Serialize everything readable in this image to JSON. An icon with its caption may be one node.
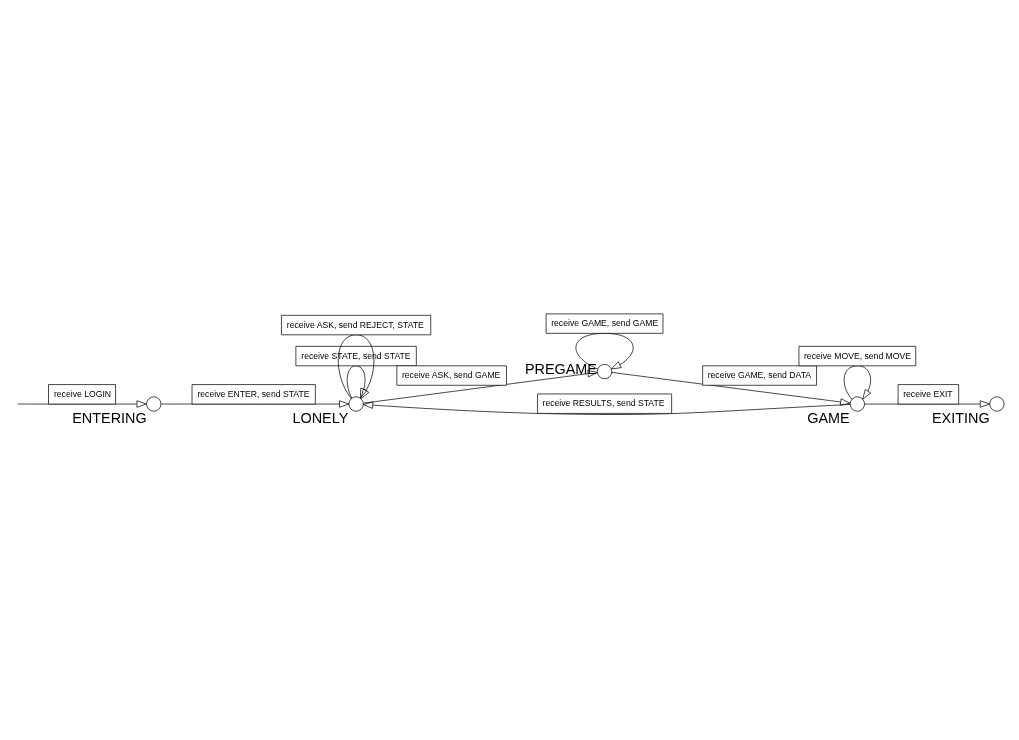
{
  "diagram": {
    "nodes": [
      {
        "text": [],
        "shape": "circle",
        "beside": [
          "ENTERING"
        ]
      },
      {
        "text": [],
        "shape": "circle",
        "beside": [
          "LONELY"
        ]
      },
      {
        "text": [],
        "shape": "circle",
        "beside": [
          "PREGAME"
        ]
      },
      {
        "text": [],
        "shape": "circle",
        "beside": [
          "GAME"
        ]
      },
      {
        "text": [],
        "shape": "circle",
        "beside": [
          "EXITING"
        ]
      }
    ],
    "edges": [
      {
        "from": null,
        "to": 0,
        "arrow": "to",
        "label": "receive LOGIN"
      },
      {
        "from": 0,
        "to": 1,
        "arrow": "to",
        "label": "receive ENTER, send STATE"
      },
      {
        "from": 1,
        "to": 1,
        "arrow": "to",
        "label": "receive STATE, send STATE"
      },
      {
        "from": 1,
        "to": 2,
        "arrow": "to",
        "label": "receive ASK, send GAME"
      },
      {
        "from": 2,
        "to": 2,
        "arrow": "to",
        "label": "receive GAME, send GAME"
      },
      {
        "from": 1,
        "to": 1,
        "arrow": "to",
        "label": "receive ASK, send REJECT, STATE"
      },
      {
        "from": 2,
        "to": 3,
        "arrow": "to",
        "label": "receive GAME, send DATA"
      },
      {
        "from": 3,
        "to": 1,
        "arrow": "to",
        "label": "receive RESULTS, send STATE"
      },
      {
        "from": 3,
        "to": 4,
        "arrow": "to",
        "label": "receive EXIT"
      },
      {
        "from": 3,
        "to": 3,
        "arrow": "to",
        "label": "receive MOVE, send MOVE"
      }
    ]
  }
}
